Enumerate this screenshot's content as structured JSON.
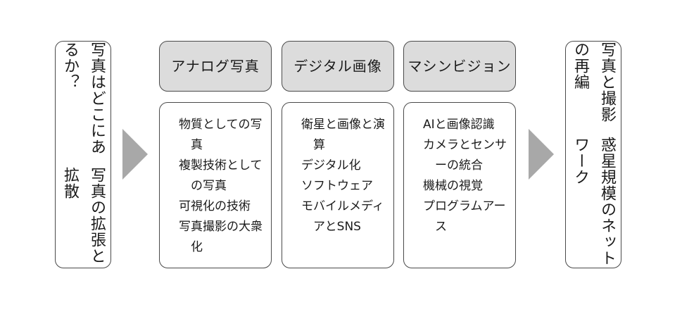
{
  "left_box": {
    "col1": "写真はどこにあるか？",
    "col2": "写真の拡張と拡散"
  },
  "columns": [
    {
      "header": "アナログ写真",
      "items": [
        "物質としての写真",
        "複製技術としての写真",
        "可視化の技術",
        "写真撮影の大衆化"
      ]
    },
    {
      "header": "デジタル画像",
      "items": [
        "衛星と画像と演算",
        "デジタル化",
        "ソフトウェア",
        "モバイルメディアとSNS"
      ]
    },
    {
      "header": "マシンビジョン",
      "items": [
        "AIと画像認識",
        "カメラとセンサーの統合",
        "機械の視覚",
        "プログラムアース"
      ]
    }
  ],
  "right_box": {
    "col1": "写真と撮影の再編",
    "col2": "惑星規模のネットワーク"
  },
  "colors": {
    "border": "#4a4a4a",
    "header_fill": "#dcdcdc",
    "arrow": "#a8a8a8"
  }
}
